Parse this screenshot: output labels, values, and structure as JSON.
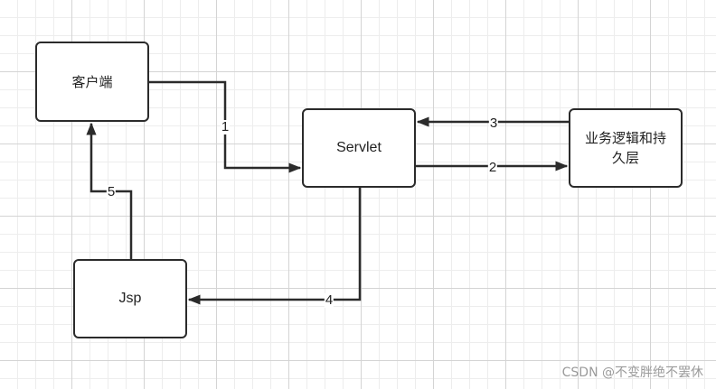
{
  "nodes": {
    "client": "客户端",
    "servlet": "Servlet",
    "business": "业务逻辑和持久层",
    "jsp": "Jsp"
  },
  "edges": {
    "e1": "1",
    "e2": "2",
    "e3": "3",
    "e4": "4",
    "e5": "5"
  },
  "watermark": "CSDN @不变胖绝不罢休",
  "colors": {
    "stroke": "#2b2b2b",
    "grid": "#d4d4d4"
  }
}
